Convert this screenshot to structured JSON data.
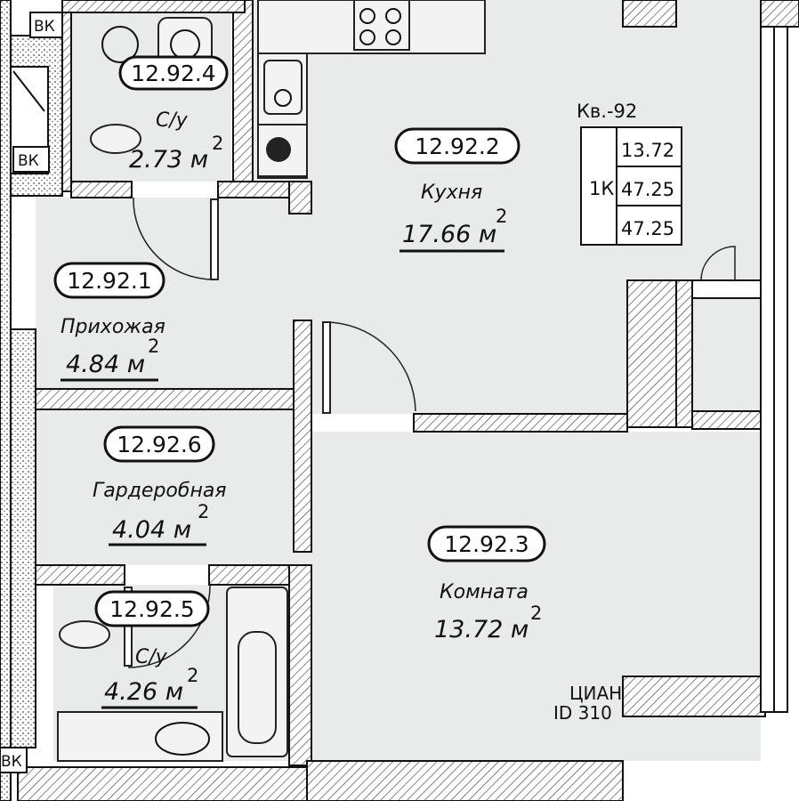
{
  "apartment": {
    "label": "Кв.-92",
    "type": "1К",
    "living_area": "13.72",
    "total_area": "47.25",
    "total_area_2": "47.25"
  },
  "rooms": [
    {
      "id": "12.92.4",
      "name": "С/у",
      "area": "2.73 м",
      "sup": "2"
    },
    {
      "id": "12.92.2",
      "name": "Кухня",
      "area": "17.66 м",
      "sup": "2"
    },
    {
      "id": "12.92.1",
      "name": "Прихожая",
      "area": "4.84 м",
      "sup": "2"
    },
    {
      "id": "12.92.6",
      "name": "Гардеробная",
      "area": "4.04 м",
      "sup": "2"
    },
    {
      "id": "12.92.5",
      "name": "С/у",
      "area": "4.26 м",
      "sup": "2"
    },
    {
      "id": "12.92.3",
      "name": "Комната",
      "area": "13.72 м",
      "sup": "2"
    }
  ],
  "shafts": [
    "ВК",
    "ВК",
    "ВК"
  ],
  "watermark": {
    "brand": "ЦИАН",
    "id": "ID 310"
  },
  "colors": {
    "floor": "#e9eaea",
    "wall": "#111111",
    "paper": "#ffffff"
  }
}
